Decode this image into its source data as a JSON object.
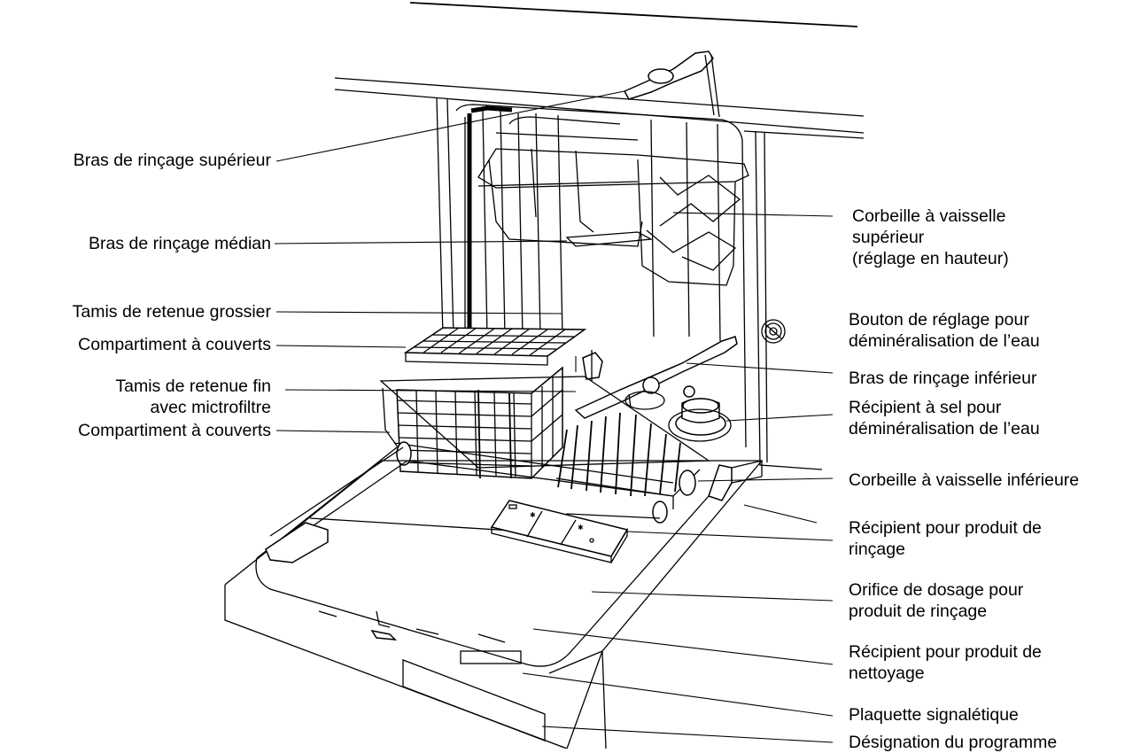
{
  "labels": {
    "bras_superieur": "Bras de rinçage supérieur",
    "bras_median": "Bras de rinçage médian",
    "tamis_grossier": "Tamis de retenue grossier",
    "compartiment_1": "Compartiment à couverts",
    "tamis_fin_1": "Tamis de retenue fin",
    "tamis_fin_2": "avec mictrofiltre",
    "compartiment_2": "Compartiment à couverts",
    "corbeille_sup_1": "Corbeille à vaisselle",
    "corbeille_sup_2": "supérieur",
    "corbeille_sup_3": "(réglage en hauteur)",
    "bouton_1": "Bouton de réglage pour",
    "bouton_2": "déminéralisation de l’eau",
    "bras_inferieur": "Bras de rinçage inférieur",
    "sel_1": "Récipient à sel pour",
    "sel_2": "déminéralisation de l’eau",
    "corbeille_inf": "Corbeille à vaisselle inférieure",
    "rincage_1": "Récipient pour produit de",
    "rincage_2": "rinçage",
    "orifice_1": "Orifice de dosage pour",
    "orifice_2": "produit de rinçage",
    "nettoyage_1": "Récipient pour produit de",
    "nettoyage_2": "nettoyage",
    "plaquette": "Plaquette signalétique",
    "designation": "Désignation du programme"
  },
  "icons": [
    "dishwasher-illustration",
    "water-softener-dial-icon",
    "detergent-dispenser-icon",
    "salt-container-icon"
  ]
}
